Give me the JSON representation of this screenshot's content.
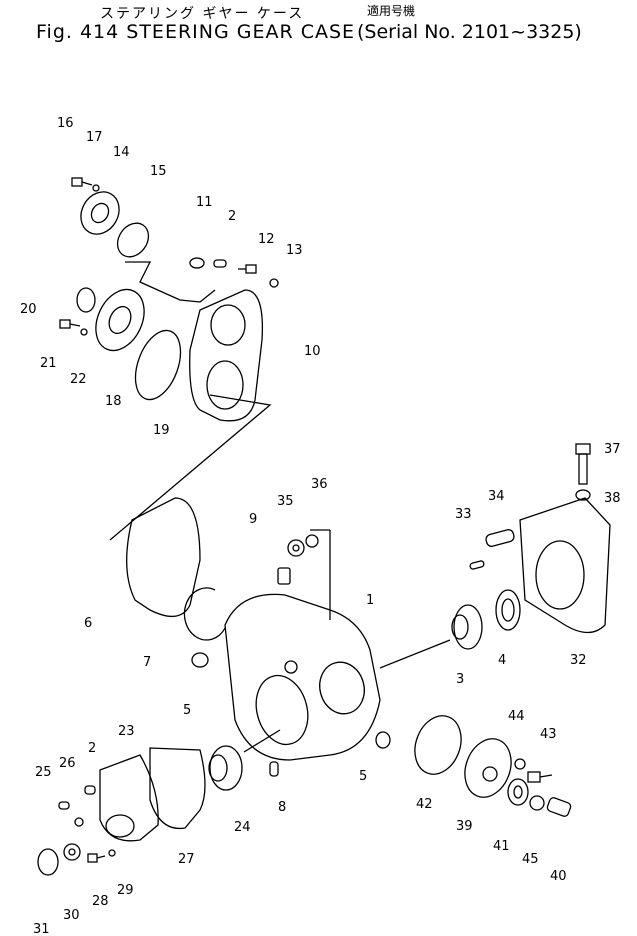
{
  "header": {
    "title_jp": "ステアリング ギヤー ケース",
    "title": "Fig. 414 STEERING GEAR CASE",
    "serial_jp": "適用号機",
    "serial": "(Serial No. 2101~3325)"
  },
  "callouts": [
    "16",
    "17",
    "14",
    "15",
    "11",
    "2",
    "12",
    "13",
    "20",
    "21",
    "22",
    "18",
    "19",
    "10",
    "6",
    "7",
    "9",
    "35",
    "36",
    "1",
    "34",
    "33",
    "37",
    "38",
    "32",
    "5",
    "3",
    "4",
    "23",
    "2",
    "26",
    "25",
    "24",
    "8",
    "5",
    "42",
    "44",
    "43",
    "31",
    "30",
    "28",
    "29",
    "27",
    "39",
    "41",
    "45",
    "40"
  ]
}
